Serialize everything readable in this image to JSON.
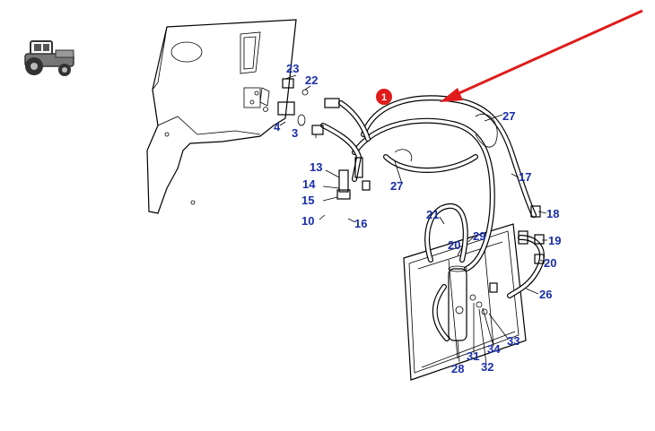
{
  "diagram": {
    "callout_marker": "1",
    "arrow_color": "#e01b1b",
    "label_color": "#1a2fa8",
    "icon": "tractor-icon",
    "part_labels": [
      "23",
      "22",
      "4",
      "3",
      "13",
      "14",
      "15",
      "10",
      "16",
      "27",
      "27",
      "17",
      "18",
      "19",
      "20",
      "21",
      "20",
      "29",
      "26",
      "33",
      "34",
      "31",
      "32",
      "28"
    ]
  }
}
